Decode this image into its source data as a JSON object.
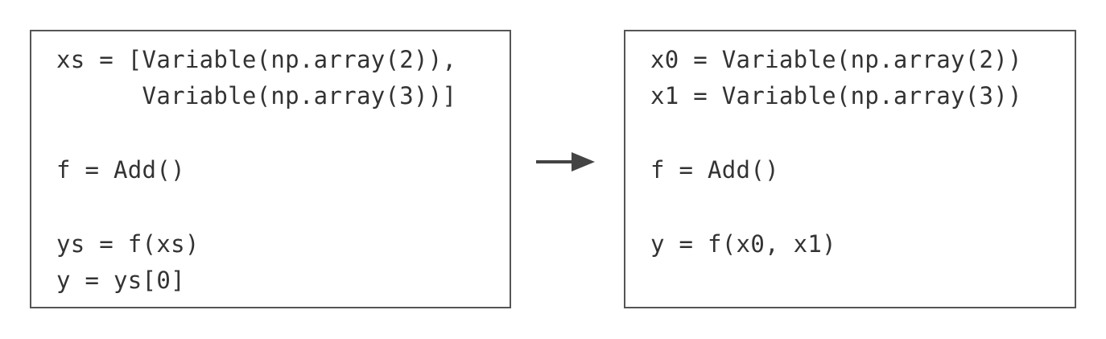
{
  "left_box": {
    "lines": [
      "xs = [Variable(np.array(2)),",
      "      Variable(np.array(3))]",
      "",
      "f = Add()",
      "",
      "ys = f(xs)",
      "y = ys[0]"
    ]
  },
  "right_box": {
    "lines": [
      "x0 = Variable(np.array(2))",
      "x1 = Variable(np.array(3))",
      "",
      "f = Add()",
      "",
      "y = f(x0, x1)"
    ]
  },
  "arrow": {
    "icon": "right-arrow-icon",
    "color": "#444444"
  },
  "colors": {
    "text": "#333333",
    "border": "#555555"
  }
}
